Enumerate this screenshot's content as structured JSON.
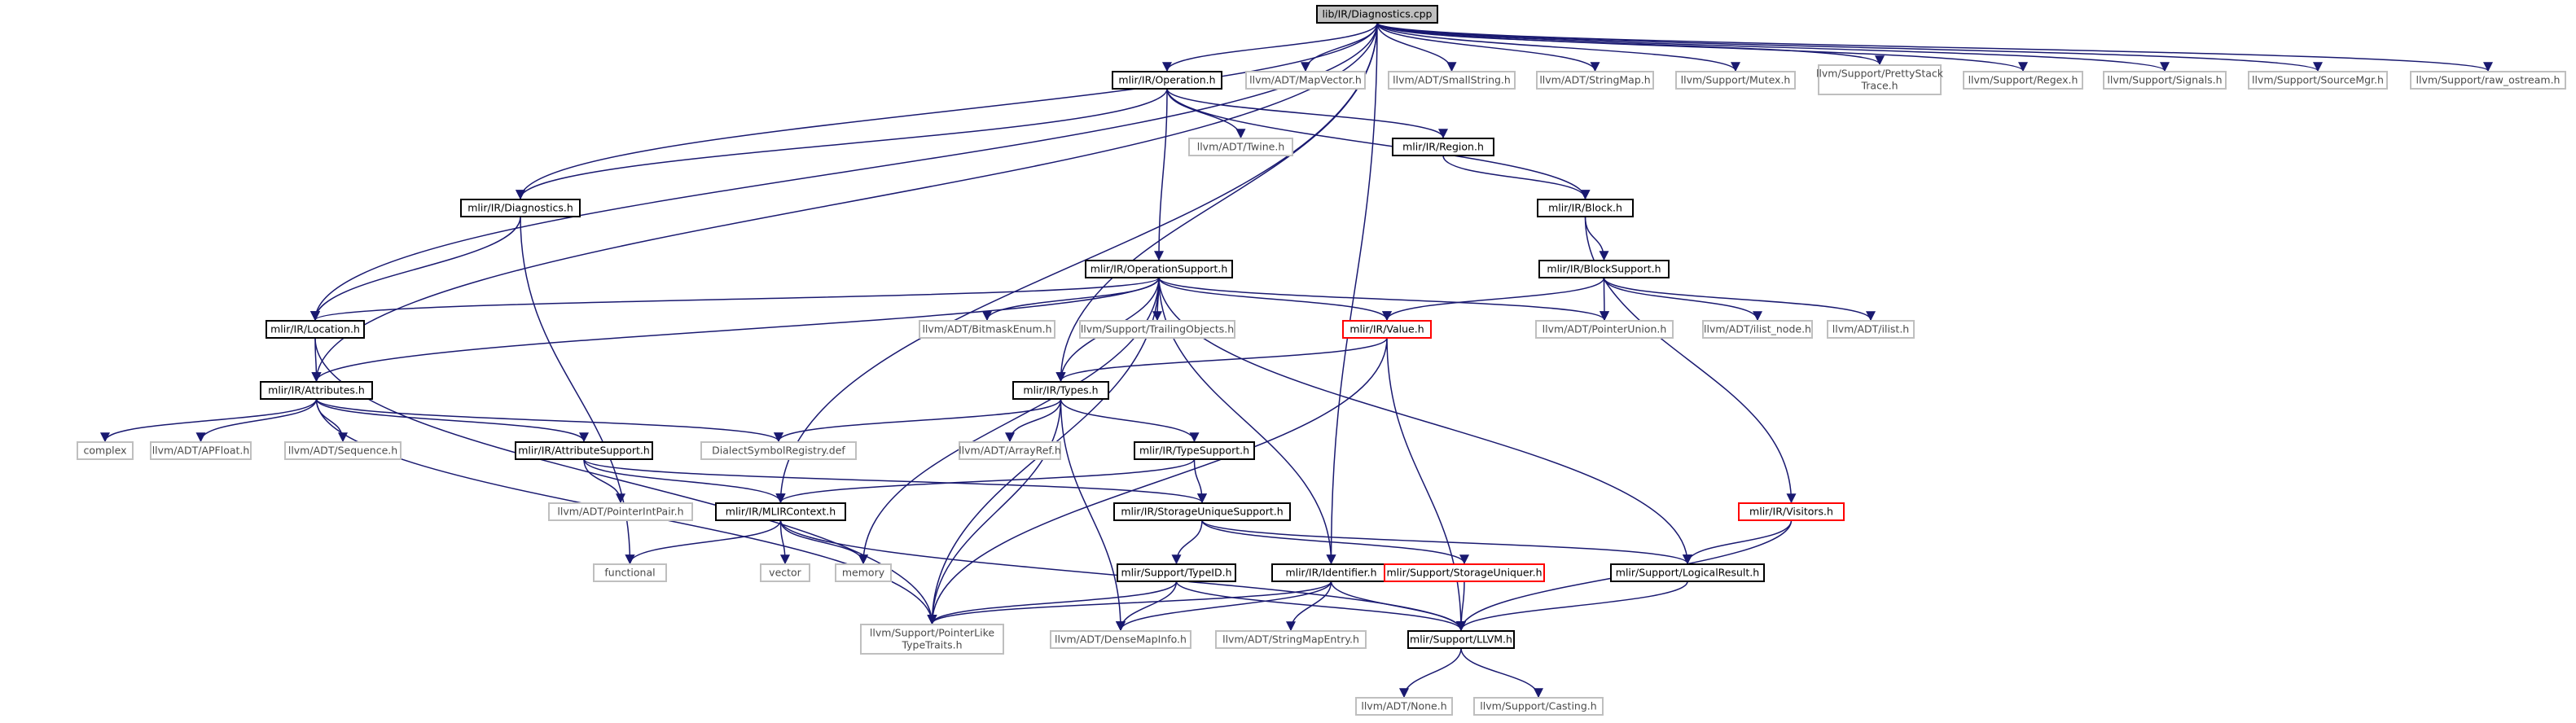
{
  "nodes": {
    "diag_cpp": [
      "lib/IR/Diagnostics.cpp"
    ],
    "op_h": [
      "mlir/IR/Operation.h"
    ],
    "mapvector": [
      "llvm/ADT/MapVector.h"
    ],
    "smallstring": [
      "llvm/ADT/SmallString.h"
    ],
    "stringmap": [
      "llvm/ADT/StringMap.h"
    ],
    "mutex": [
      "llvm/Support/Mutex.h"
    ],
    "prettystack": [
      "llvm/Support/PrettyStack",
      "Trace.h"
    ],
    "regex": [
      "llvm/Support/Regex.h"
    ],
    "signals": [
      "llvm/Support/Signals.h"
    ],
    "sourcemgr": [
      "llvm/Support/SourceMgr.h"
    ],
    "raw_ostream": [
      "llvm/Support/raw_ostream.h"
    ],
    "twine": [
      "llvm/ADT/Twine.h"
    ],
    "region": [
      "mlir/IR/Region.h"
    ],
    "diag_h": [
      "mlir/IR/Diagnostics.h"
    ],
    "block": [
      "mlir/IR/Block.h"
    ],
    "opsupport": [
      "mlir/IR/OperationSupport.h"
    ],
    "blocksupport": [
      "mlir/IR/BlockSupport.h"
    ],
    "location": [
      "mlir/IR/Location.h"
    ],
    "bitmask": [
      "llvm/ADT/BitmaskEnum.h"
    ],
    "trailing": [
      "llvm/Support/TrailingObjects.h"
    ],
    "value": [
      "mlir/IR/Value.h"
    ],
    "pointerunion": [
      "llvm/ADT/PointerUnion.h"
    ],
    "ilist_node": [
      "llvm/ADT/ilist_node.h"
    ],
    "ilist": [
      "llvm/ADT/ilist.h"
    ],
    "attributes": [
      "mlir/IR/Attributes.h"
    ],
    "types": [
      "mlir/IR/Types.h"
    ],
    "complex": [
      "complex"
    ],
    "apfloat": [
      "llvm/ADT/APFloat.h"
    ],
    "sequence": [
      "llvm/ADT/Sequence.h"
    ],
    "attrsupport": [
      "mlir/IR/AttributeSupport.h"
    ],
    "dialectsym": [
      "DialectSymbolRegistry.def"
    ],
    "arrayref": [
      "llvm/ADT/ArrayRef.h"
    ],
    "typesupport": [
      "mlir/IR/TypeSupport.h"
    ],
    "ptrintpair": [
      "llvm/ADT/PointerIntPair.h"
    ],
    "mlircontext": [
      "mlir/IR/MLIRContext.h"
    ],
    "storagesupport": [
      "mlir/IR/StorageUniqueSupport.h"
    ],
    "visitors": [
      "mlir/IR/Visitors.h"
    ],
    "functional": [
      "functional"
    ],
    "vector": [
      "vector"
    ],
    "memory": [
      "memory"
    ],
    "typeid": [
      "mlir/Support/TypeID.h"
    ],
    "identifier": [
      "mlir/IR/Identifier.h"
    ],
    "storageuniquer": [
      "mlir/Support/StorageUniquer.h"
    ],
    "logicalresult": [
      "mlir/Support/LogicalResult.h"
    ],
    "ptrlike": [
      "llvm/Support/PointerLike",
      "TypeTraits.h"
    ],
    "densemapinfo": [
      "llvm/ADT/DenseMapInfo.h"
    ],
    "stringmapentry": [
      "llvm/ADT/StringMapEntry.h"
    ],
    "llvm_h": [
      "mlir/Support/LLVM.h"
    ],
    "none": [
      "llvm/ADT/None.h"
    ],
    "casting": [
      "llvm/Support/Casting.h"
    ]
  },
  "colors": {
    "edge": "#191970",
    "root_fill": "#bfbfbf",
    "internal_border": "#000000",
    "external_border": "#bfbfbf",
    "incomplete_border": "#ff0000"
  }
}
